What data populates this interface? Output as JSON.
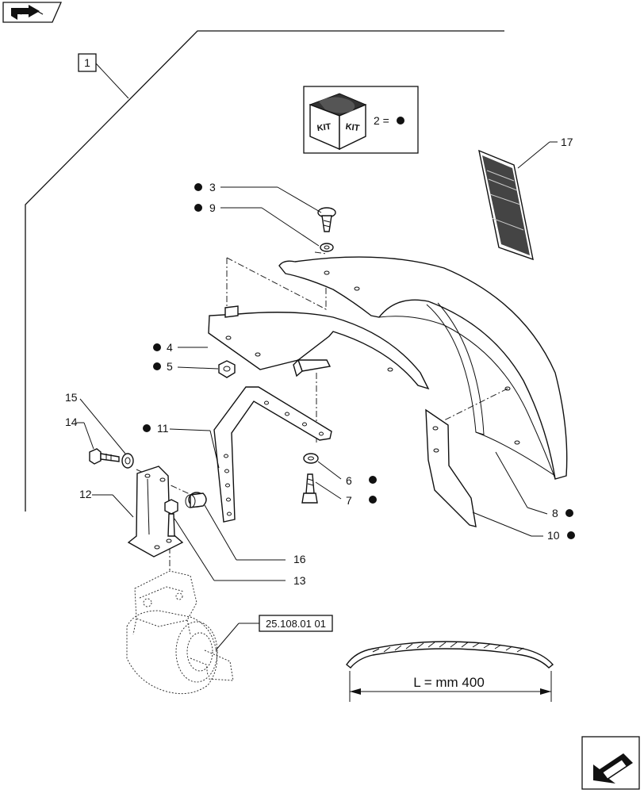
{
  "title_box": {
    "label": "1"
  },
  "kit": {
    "icon_text_left": "KIT",
    "icon_text_right": "KIT",
    "legend": "2 ="
  },
  "callouts": {
    "c3": "3",
    "c4": "4",
    "c5": "5",
    "c6": "6",
    "c7": "7",
    "c8": "8",
    "c9": "9",
    "c10": "10",
    "c11": "11",
    "c12": "12",
    "c13": "13",
    "c14": "14",
    "c15": "15",
    "c16": "16",
    "c17": "17"
  },
  "reference": {
    "label": "25.108.01 01"
  },
  "dimension": {
    "label": "L = mm 400"
  },
  "icons": {
    "top_left": "previous-page-icon",
    "bottom_right": "next-page-icon",
    "kit_box": "kit-box-icon",
    "manual": "instruction-booklet-icon"
  }
}
